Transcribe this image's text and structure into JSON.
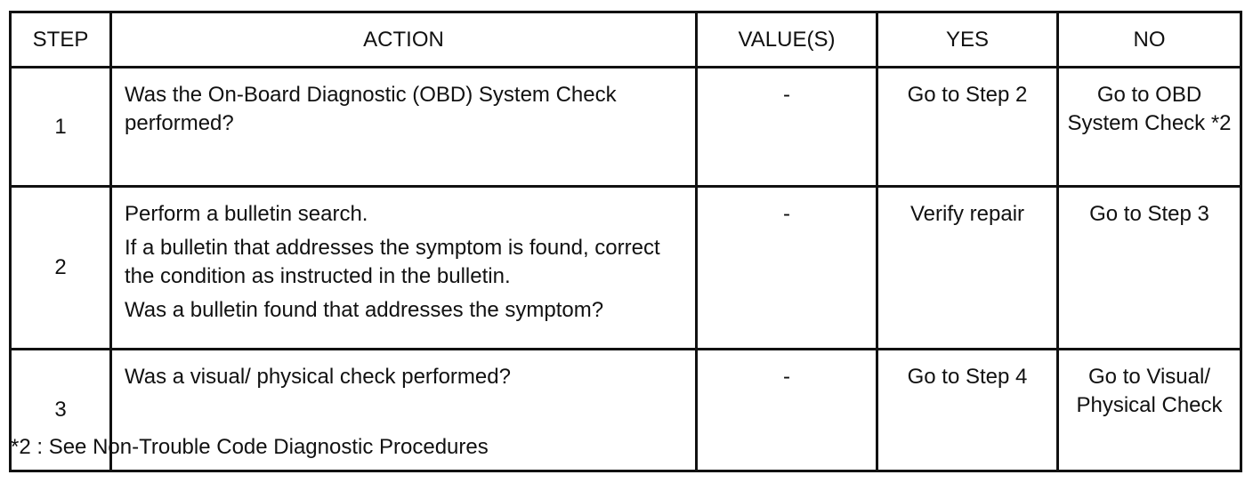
{
  "table": {
    "headers": {
      "step": "STEP",
      "action": "ACTION",
      "values": "VALUE(S)",
      "yes": "YES",
      "no": "NO"
    },
    "rows": [
      {
        "step": "1",
        "action": [
          "Was the On-Board Diagnostic (OBD) System Check performed?"
        ],
        "values": "-",
        "yes": "Go to Step 2",
        "no": "Go to OBD System Check *2"
      },
      {
        "step": "2",
        "action": [
          "Perform a bulletin search.",
          "If a bulletin that addresses the symptom is found, correct the condition as instructed in the bulletin.",
          "Was a bulletin found that addresses the symptom?"
        ],
        "values": "-",
        "yes": "Verify repair",
        "no": "Go to Step 3"
      },
      {
        "step": "3",
        "action": [
          "Was a visual/ physical check performed?"
        ],
        "values": "-",
        "yes": "Go to Step 4",
        "no": "Go to Visual/ Physical Check"
      }
    ]
  },
  "footnote": "*2 : See Non-Trouble Code Diagnostic Procedures"
}
